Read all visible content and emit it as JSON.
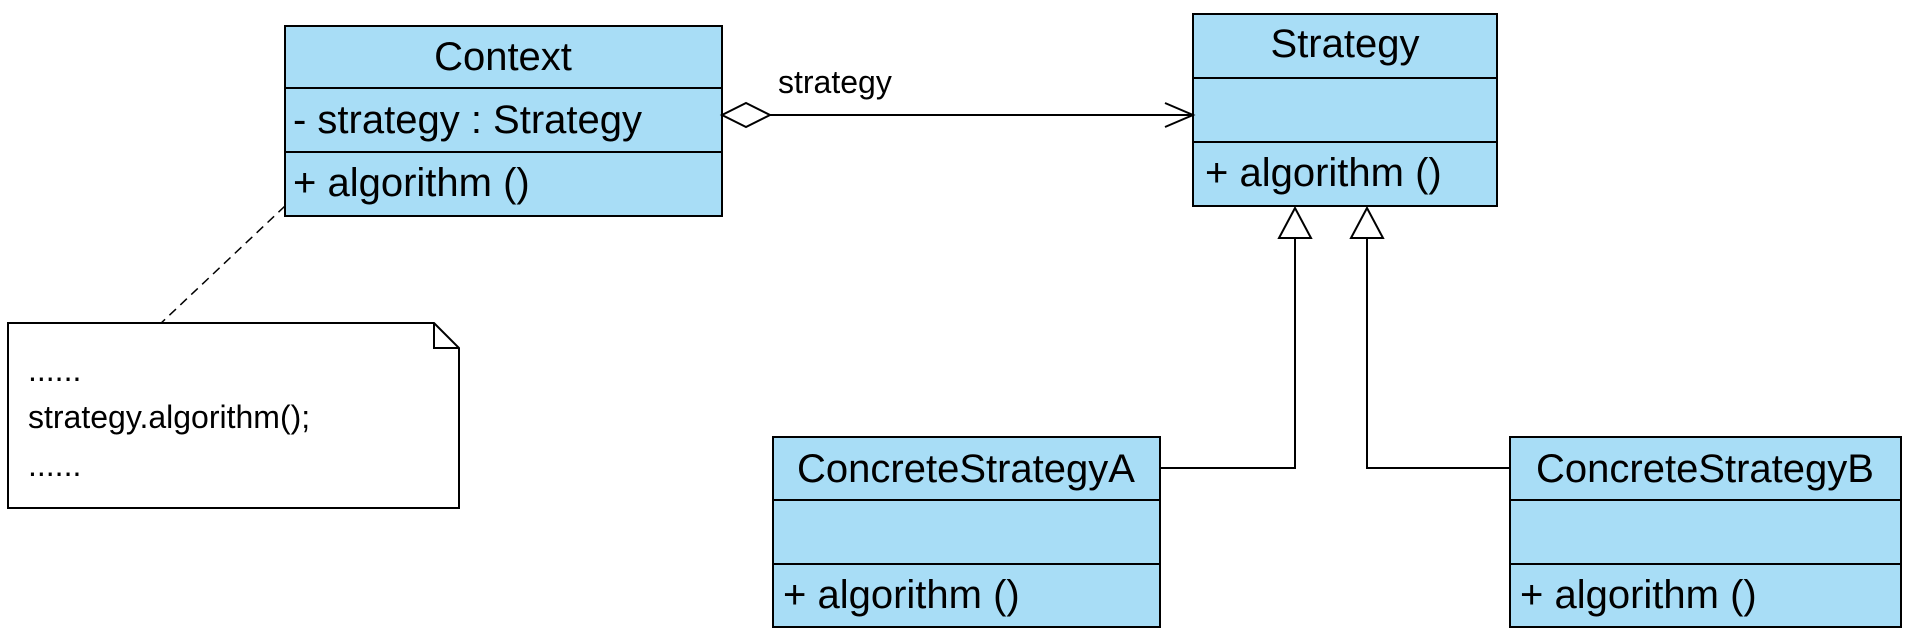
{
  "diagram": {
    "type": "uml-class-diagram",
    "colors": {
      "class_fill": "#A8DDF6",
      "stroke": "#000000",
      "note_fill": "#FFFFFF",
      "background": "#FFFFFF"
    },
    "classes": {
      "context": {
        "name": "Context",
        "attributes": [
          "- strategy : Strategy"
        ],
        "operations": [
          "+ algorithm ()"
        ]
      },
      "strategy": {
        "name": "Strategy",
        "attributes": [],
        "operations": [
          "+ algorithm ()"
        ]
      },
      "concrete_a": {
        "name": "ConcreteStrategyA",
        "attributes": [],
        "operations": [
          "+ algorithm ()"
        ]
      },
      "concrete_b": {
        "name": "ConcreteStrategyB",
        "attributes": [],
        "operations": [
          "+ algorithm ()"
        ]
      }
    },
    "relationships": [
      {
        "type": "aggregation",
        "from": "Context",
        "to": "Strategy",
        "label": "strategy"
      },
      {
        "type": "generalization",
        "from": "ConcreteStrategyA",
        "to": "Strategy",
        "label": ""
      },
      {
        "type": "generalization",
        "from": "ConcreteStrategyB",
        "to": "Strategy",
        "label": ""
      }
    ],
    "note": {
      "lines": [
        "......",
        "strategy.algorithm();",
        "......"
      ]
    }
  }
}
